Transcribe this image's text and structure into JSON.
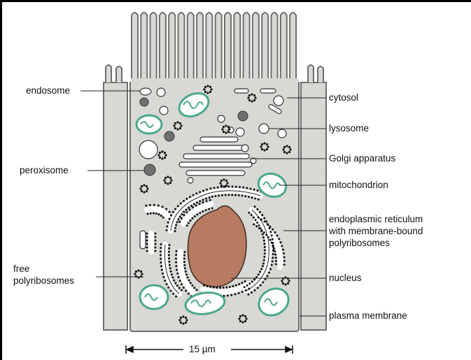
{
  "labels": {
    "endosome": "endosome",
    "peroxisome": "peroxisome",
    "free_poly_1": "free",
    "free_poly_2": "polyribosomes",
    "cytosol": "cytosol",
    "lysosome": "lysosome",
    "golgi": "Golgi apparatus",
    "mitochondrion": "mitochondrion",
    "er_1": "endoplasmic reticulum",
    "er_2": "with membrane-bound",
    "er_3": "polyribosomes",
    "nucleus": "nucleus",
    "plasma_membrane": "plasma membrane"
  },
  "scale_bar": {
    "label": "15 µm"
  },
  "colors": {
    "cytoplasm": "#d8d8d4",
    "membrane": "#6e6e6e",
    "nucleus": "#b87a60",
    "mitochondria": "#4aa88a",
    "ribosome": "#111111"
  }
}
